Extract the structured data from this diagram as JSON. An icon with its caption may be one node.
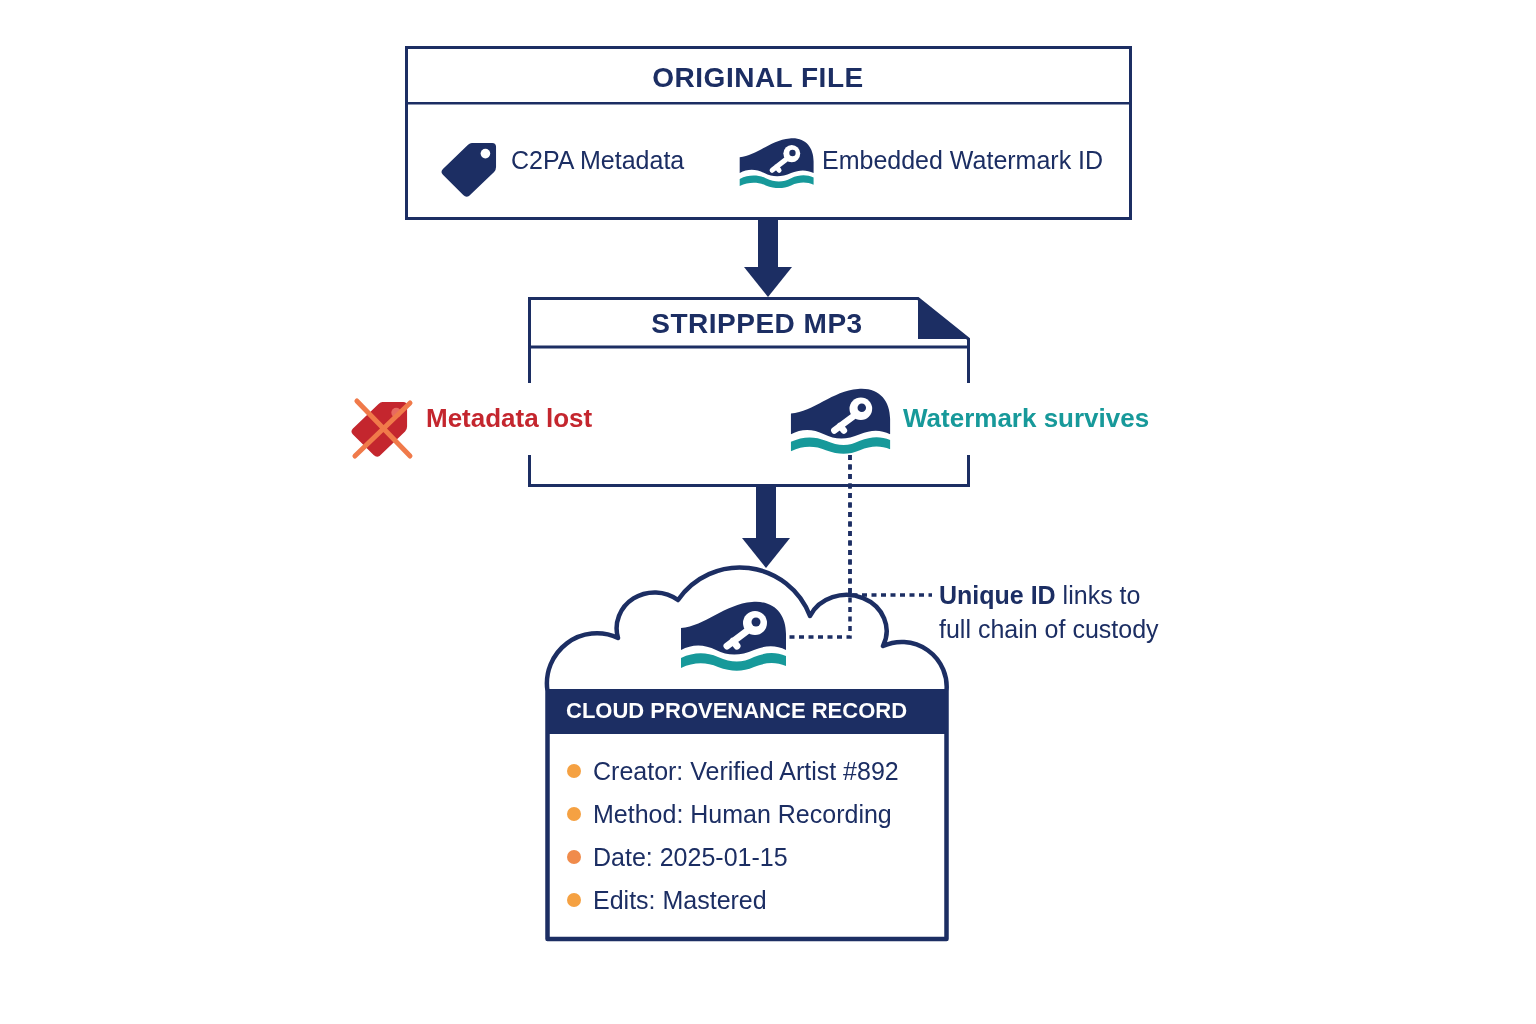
{
  "diagram": {
    "nodes": [
      {
        "text": [
          "ORIGINAL FILE",
          "C2PA Metadata",
          "Embedded Watermark ID"
        ]
      },
      {
        "text": [
          "STRIPPED MP3"
        ]
      },
      {
        "text": [],
        "shape": "picture",
        "in": 1,
        "beside": [
          "Watermark survives"
        ]
      },
      {
        "text": [
          "CLOUD PROVENANCE RECORD",
          "Creator: Verified Artist #892",
          "Method: Human Recording",
          "Date: 2025-01-15",
          "Edits: Mastered"
        ]
      },
      {
        "text": [],
        "shape": "picture",
        "in": 3
      },
      {
        "text": [
          "**Unique ID** links to full chain of custody"
        ]
      }
    ],
    "edges": [
      {
        "from": 0,
        "to": 1,
        "arrow": "to",
        "style": "thick"
      },
      {
        "from": 1,
        "to": 3,
        "arrow": "to",
        "style": "thick"
      },
      {
        "from": 2,
        "to": 4,
        "arrow": "none",
        "style": "dashed"
      },
      {
        "from": 2,
        "to": 5,
        "arrow": "none",
        "style": "dashed"
      }
    ],
    "labels": [
      "Metadata lost"
    ]
  }
}
